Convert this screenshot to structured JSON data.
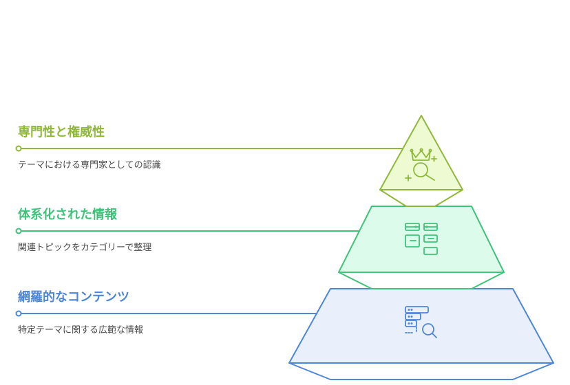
{
  "tiers": [
    {
      "title": "専門性と権威性",
      "description": "テーマにおける専門家としての認識",
      "icon": "crown-search-icon",
      "color": "#8fb83a",
      "fill": "#eefbd2"
    },
    {
      "title": "体系化された情報",
      "description": "関連トピックをカテゴリーで整理",
      "icon": "organized-grid-icon",
      "color": "#3fc279",
      "fill": "#dcfbea"
    },
    {
      "title": "網羅的なコンテンツ",
      "description": "特定テーマに関する広範な情報",
      "icon": "database-search-icon",
      "color": "#4d86d8",
      "fill": "#e9f0fb"
    }
  ]
}
